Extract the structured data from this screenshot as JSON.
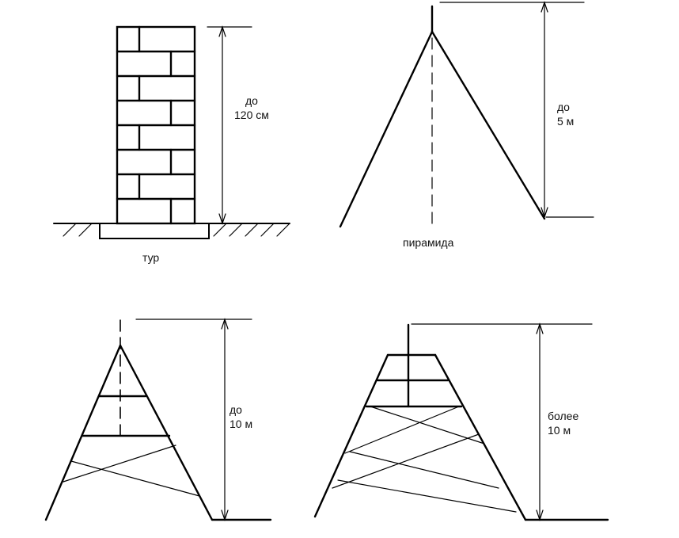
{
  "figures": {
    "tur": {
      "caption": "тур",
      "height_line1": "до",
      "height_line2": "120 см"
    },
    "piramida": {
      "caption": "пирамида",
      "height_line1": "до",
      "height_line2": "5 м"
    },
    "signal_small": {
      "height_line1": "до",
      "height_line2": "10 м"
    },
    "signal_large": {
      "height_line1": "более",
      "height_line2": "10 м"
    }
  },
  "colors": {
    "ink": "#000000",
    "background": "#ffffff"
  }
}
